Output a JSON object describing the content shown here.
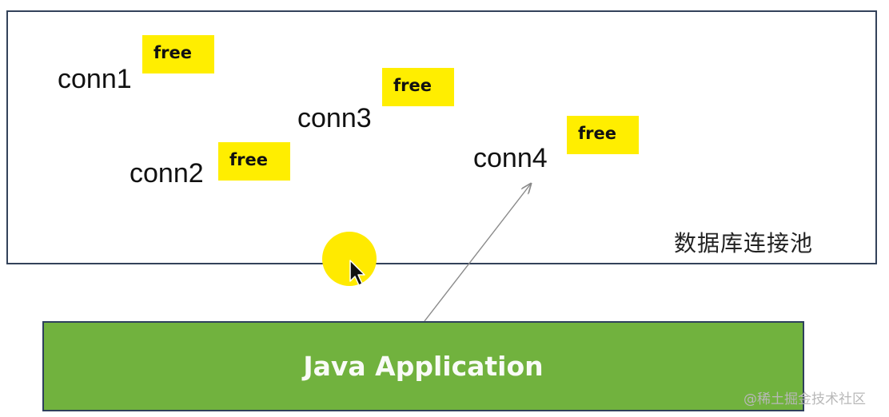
{
  "pool": {
    "title": "数据库连接池",
    "connections": [
      {
        "name": "conn1",
        "status": "free"
      },
      {
        "name": "conn2",
        "status": "free"
      },
      {
        "name": "conn3",
        "status": "free"
      },
      {
        "name": "conn4",
        "status": "free"
      }
    ]
  },
  "application": {
    "label": "Java Application"
  },
  "watermark": "@稀土掘金技术社区",
  "colors": {
    "free_tag": "#ffee00",
    "application_fill": "#71b23e",
    "border": "#33425a",
    "cursor_highlight": "#ffea00"
  },
  "icons": [
    "mouse-cursor-icon",
    "arrow-icon"
  ]
}
